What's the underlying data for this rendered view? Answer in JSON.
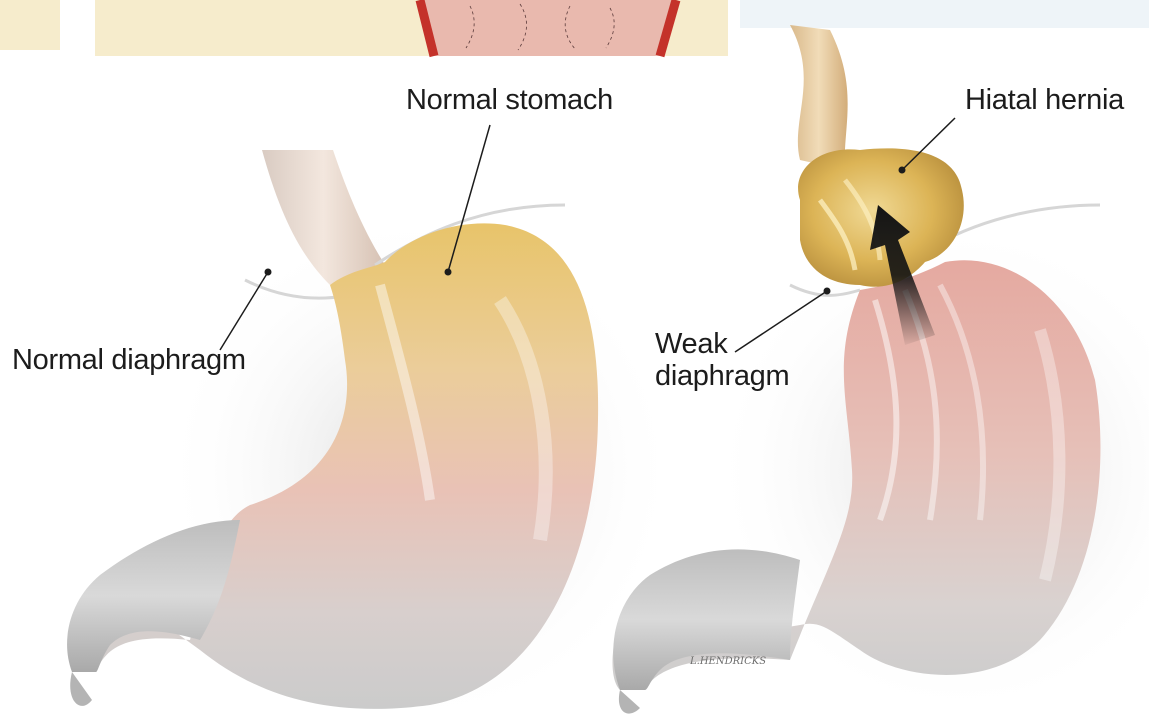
{
  "labels": {
    "normal_stomach": "Normal stomach",
    "normal_diaphragm": "Normal diaphragm",
    "hiatal_hernia": "Hiatal hernia",
    "weak_diaphragm": "Weak\ndiaphragm"
  },
  "illustrator_signature": "L.HENDRICKS",
  "colors": {
    "stomach_upper": "#e8c46a",
    "stomach_mid": "#e9c2b6",
    "stomach_lower": "#cfcfcf",
    "hernia": "#dcb456",
    "background_strip": "#f6eccc",
    "esophagus_wall": "#c4322a",
    "arrow": "#141414"
  }
}
